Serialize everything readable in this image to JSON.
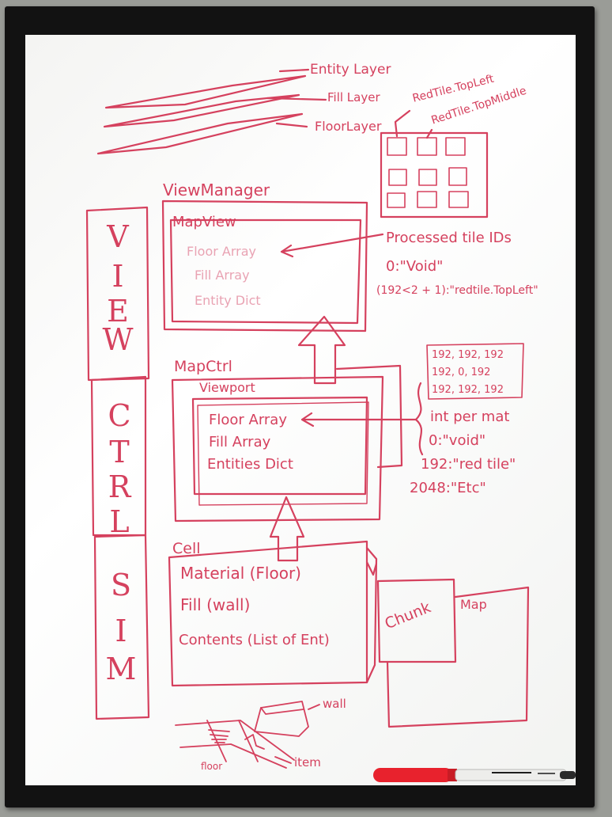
{
  "colors": {
    "ink": "#d5415e",
    "ink_faint": "#e9a3b3",
    "board": "#f7f7f5",
    "frame": "#121212"
  },
  "layers": {
    "entity": "Entity Layer",
    "fill": "Fill Layer",
    "floor": "FloorLayer"
  },
  "tiles": {
    "label_top_left": "RedTile.TopLeft",
    "label_top_middle": "RedTile.TopMiddle"
  },
  "view_manager": {
    "title": "ViewManager",
    "map_view": {
      "title": "MapView",
      "items": [
        "Floor Array",
        "Fill Array",
        "Entity Dict"
      ]
    }
  },
  "processed": {
    "title": "Processed tile IDs",
    "lines": [
      "0:\"Void\"",
      "(192<2 + 1):\"redtile.TopLeft\""
    ]
  },
  "side_labels": {
    "view": [
      "V",
      "I",
      "E",
      "W"
    ],
    "ctrl": [
      "C",
      "T",
      "R",
      "L"
    ],
    "sim": [
      "S",
      "I",
      "M"
    ]
  },
  "map_ctrl": {
    "title": "MapCtrl",
    "viewport": {
      "title": "Viewport",
      "items": [
        "Floor Array",
        "Fill Array",
        "Entities Dict"
      ]
    }
  },
  "matrix": {
    "rows": [
      "192, 192, 192",
      "192, 0, 192",
      "192, 192, 192"
    ]
  },
  "int_legend": {
    "lines": [
      "int per mat",
      "0:\"void\"",
      "192:\"red tile\"",
      "2048:\"Etc\""
    ]
  },
  "cell": {
    "title": "Cell",
    "items": [
      "Material (Floor)",
      "Fill (wall)",
      "Contents (List of Ent)"
    ]
  },
  "chunk": {
    "label": "Chunk"
  },
  "map": {
    "label": "Map"
  },
  "sketch": {
    "wall": "wall",
    "floor": "floor",
    "item": "item"
  }
}
